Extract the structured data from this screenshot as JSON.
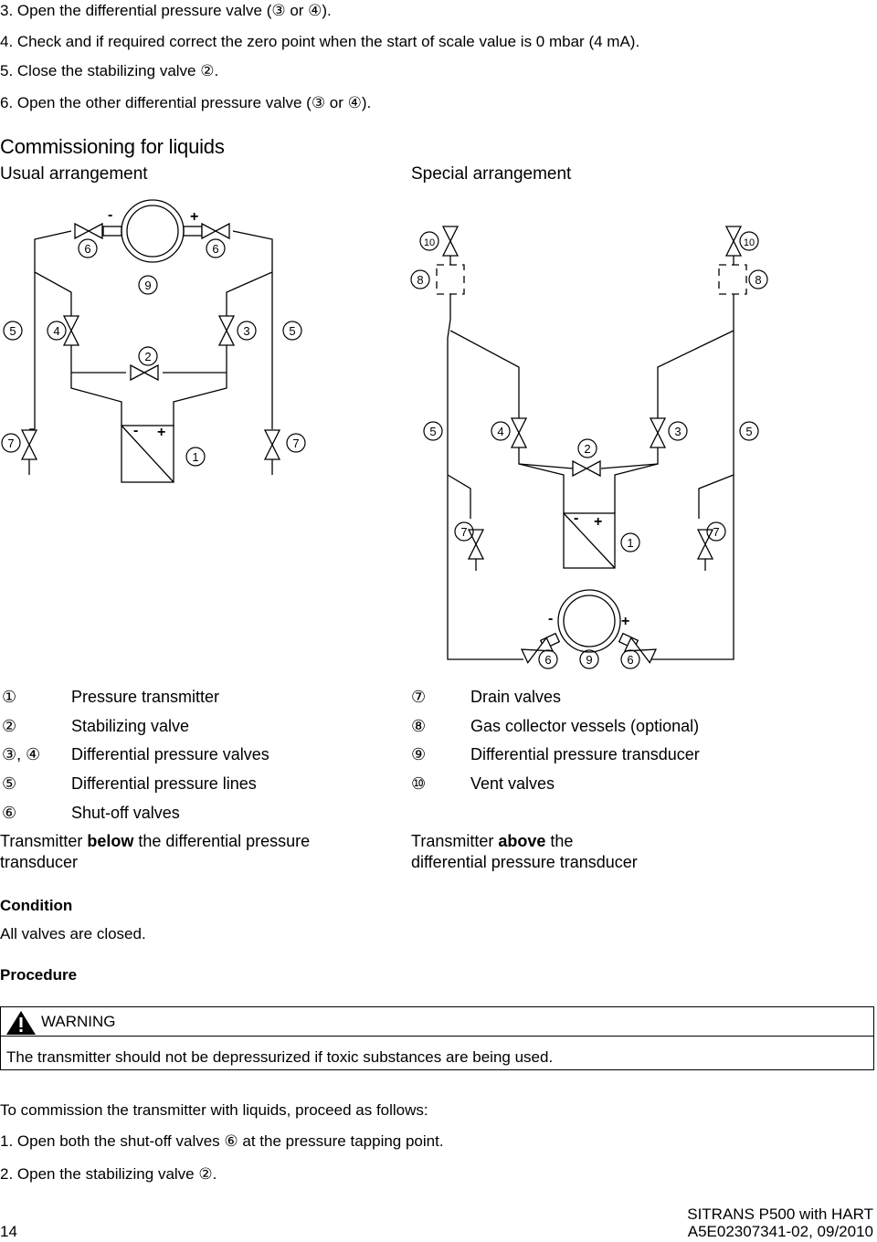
{
  "steps_top": [
    "3. Open the differential pressure valve (③ or ④).",
    "4. Check and if required correct the zero point when the start of scale value is 0 mbar (4 mA).",
    "5. Close the stabilizing valve ②.",
    "6. Open the other differential pressure valve (③ or ④)."
  ],
  "section_title": "Commissioning for liquids",
  "arrangements": {
    "usual": "Usual arrangement",
    "special": "Special arrangement"
  },
  "diagram_labels": {
    "n1": "1",
    "n2": "2",
    "n3": "3",
    "n4": "4",
    "n5": "5",
    "n6": "6",
    "n7": "7",
    "n8": "8",
    "n9": "9",
    "n10": "10",
    "minus": "-",
    "plus": "+"
  },
  "legend_left": [
    {
      "key": "①",
      "text": "Pressure transmitter"
    },
    {
      "key": "②",
      "text": "Stabilizing valve"
    },
    {
      "key": "③, ④",
      "text": "Differential pressure valves"
    },
    {
      "key": "⑤",
      "text": "Differential pressure lines"
    },
    {
      "key": "⑥",
      "text": "Shut-off valves"
    }
  ],
  "legend_right": [
    {
      "key": "⑦",
      "text": "Drain valves"
    },
    {
      "key": "⑧",
      "text": "Gas collector vessels (optional)"
    },
    {
      "key": "⑨",
      "text": "Differential pressure transducer"
    },
    {
      "key": "⑩",
      "text": "Vent valves"
    }
  ],
  "caption_left": {
    "pre": "Transmitter ",
    "bold": "below",
    "post": " the differential pressure",
    "line2": "transducer"
  },
  "caption_right": {
    "pre": "Transmitter ",
    "bold": "above",
    "post": " the",
    "line2": "differential pressure transducer"
  },
  "condition": {
    "heading": "Condition",
    "text": "All valves are closed."
  },
  "procedure": {
    "heading": "Procedure"
  },
  "warning": {
    "label": "WARNING",
    "text": "The transmitter should not be depressurized if toxic substances are being used."
  },
  "intro": "To commission the transmitter with liquids, proceed as follows:",
  "steps_bottom": [
    "1. Open both the shut-off valves ⑥ at the pressure tapping point.",
    "2. Open the stabilizing valve ②."
  ],
  "footer": {
    "page": "14",
    "product": "SITRANS P500 with HART",
    "doc_id": "A5E02307341-02, 09/2010"
  }
}
